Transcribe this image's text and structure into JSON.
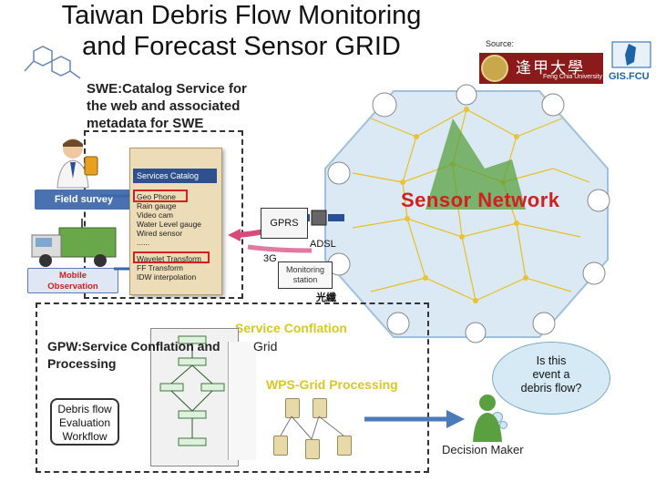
{
  "title_lines": [
    "Taiwan Debris Flow Monitoring",
    "and Forecast Sensor GRID"
  ],
  "source_label": "Source:",
  "logos": {
    "fcu_cn": "逢甲大學",
    "fcu_en": "Feng Chia University",
    "gis": "GIS.FCU"
  },
  "swe": {
    "lines": [
      "SWE:Catalog Service for",
      "the web and associated",
      "metadata for SWE"
    ]
  },
  "catalog": {
    "title": "Services Catalog",
    "items": [
      "Geo Phone",
      "Rain gauge",
      "Video cam",
      "Water Level gauge",
      "Wired sensor",
      "......",
      "Wavelet  Transform",
      "FF Transform",
      "IDW interpolation"
    ]
  },
  "field_survey": "Field survey",
  "mobile_observation": [
    "Mobile",
    "Observation"
  ],
  "sensor_network": "Sensor  Network",
  "network": {
    "gprs": "GPRS",
    "g3": "3G",
    "adsl": "ADSL",
    "fiber": "光纖",
    "monitoring_station": [
      "Monitoring",
      "station"
    ]
  },
  "gpw": {
    "lines": [
      "GPW:Service Conflation and",
      "Processing"
    ],
    "grid": "Grid"
  },
  "service_conflation": "Service Conflation",
  "wps_grid": "WPS-Grid Processing",
  "debris_workflow": [
    "Debris flow",
    "Evaluation",
    "Workflow"
  ],
  "bubble_lines": [
    "Is this",
    "event a",
    "debris flow?"
  ],
  "decision_maker": "Decision Maker",
  "colors": {
    "accent_red": "#d21f1f",
    "label_blue": "#3b67a8",
    "highlight_yellow": "#d9c820"
  }
}
